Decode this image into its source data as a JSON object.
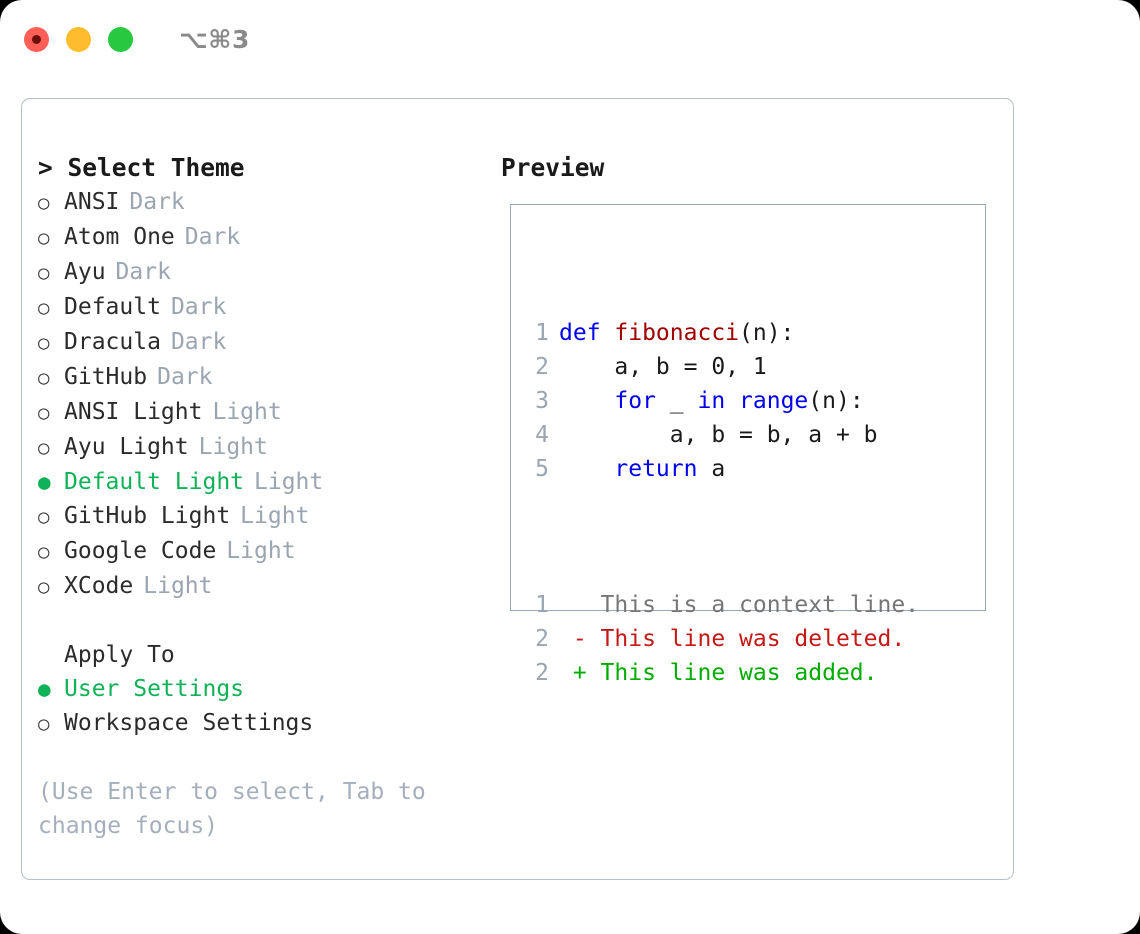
{
  "titlebar": {
    "traffic_lights": [
      {
        "name": "close-button",
        "color": "#ff5f57"
      },
      {
        "name": "minimize-button",
        "color": "#ffbd2e"
      },
      {
        "name": "maximize-button",
        "color": "#28c840"
      }
    ],
    "shortcut": "⌥⌘3"
  },
  "theme_picker": {
    "header": "> Select Theme",
    "selected_theme": "Default Light",
    "selected_color": "#10b257",
    "tag_color": "#9aa5b1",
    "items": [
      {
        "bullet": "○",
        "label": "ANSI",
        "tag": "Dark",
        "selected": false
      },
      {
        "bullet": "○",
        "label": "Atom One",
        "tag": "Dark",
        "selected": false
      },
      {
        "bullet": "○",
        "label": "Ayu",
        "tag": "Dark",
        "selected": false
      },
      {
        "bullet": "○",
        "label": "Default",
        "tag": "Dark",
        "selected": false
      },
      {
        "bullet": "○",
        "label": "Dracula",
        "tag": "Dark",
        "selected": false
      },
      {
        "bullet": "○",
        "label": "GitHub",
        "tag": "Dark",
        "selected": false
      },
      {
        "bullet": "○",
        "label": "ANSI Light",
        "tag": "Light",
        "selected": false
      },
      {
        "bullet": "○",
        "label": "Ayu Light",
        "tag": "Light",
        "selected": false
      },
      {
        "bullet": "●",
        "label": "Default Light",
        "tag": "Light",
        "selected": true
      },
      {
        "bullet": "○",
        "label": "GitHub Light",
        "tag": "Light",
        "selected": false
      },
      {
        "bullet": "○",
        "label": "Google Code",
        "tag": "Light",
        "selected": false
      },
      {
        "bullet": "○",
        "label": "XCode",
        "tag": "Light",
        "selected": false
      }
    ]
  },
  "apply_to": {
    "header": "Apply To",
    "selected_option": "User Settings",
    "items": [
      {
        "bullet": "●",
        "label": "User Settings",
        "selected": true
      },
      {
        "bullet": "○",
        "label": "Workspace Settings",
        "selected": false
      }
    ]
  },
  "hint": "(Use Enter to select, Tab to change focus)",
  "preview": {
    "header": "Preview",
    "code_lines": [
      {
        "no": "1",
        "tokens": [
          {
            "t": "def ",
            "c": "kw"
          },
          {
            "t": "fibonacci",
            "c": "fn"
          },
          {
            "t": "(n):",
            "c": "plain"
          }
        ]
      },
      {
        "no": "2",
        "tokens": [
          {
            "t": "    a, b = 0, 1",
            "c": "plain"
          }
        ]
      },
      {
        "no": "3",
        "tokens": [
          {
            "t": "    ",
            "c": "plain"
          },
          {
            "t": "for",
            "c": "kw"
          },
          {
            "t": " _ ",
            "c": "plain"
          },
          {
            "t": "in",
            "c": "kw"
          },
          {
            "t": " ",
            "c": "plain"
          },
          {
            "t": "range",
            "c": "kw"
          },
          {
            "t": "(n):",
            "c": "plain"
          }
        ]
      },
      {
        "no": "4",
        "tokens": [
          {
            "t": "        a, b = b, a + b",
            "c": "plain"
          }
        ]
      },
      {
        "no": "5",
        "tokens": [
          {
            "t": "    ",
            "c": "plain"
          },
          {
            "t": "return",
            "c": "kw"
          },
          {
            "t": " a",
            "c": "plain"
          }
        ]
      }
    ],
    "diff_lines": [
      {
        "no": "1",
        "tokens": [
          {
            "t": "   This is a context line.",
            "c": "ctx"
          }
        ]
      },
      {
        "no": "2",
        "tokens": [
          {
            "t": " - This line was deleted.",
            "c": "del"
          }
        ]
      },
      {
        "no": "2",
        "tokens": [
          {
            "t": " + This line was added.",
            "c": "add"
          }
        ]
      }
    ],
    "colors": {
      "keyword": "#0000ee",
      "function": "#a00000",
      "context": "#767676",
      "deleted": "#c41a16",
      "added": "#00ac00",
      "lineno": "#9aa5b1"
    }
  }
}
